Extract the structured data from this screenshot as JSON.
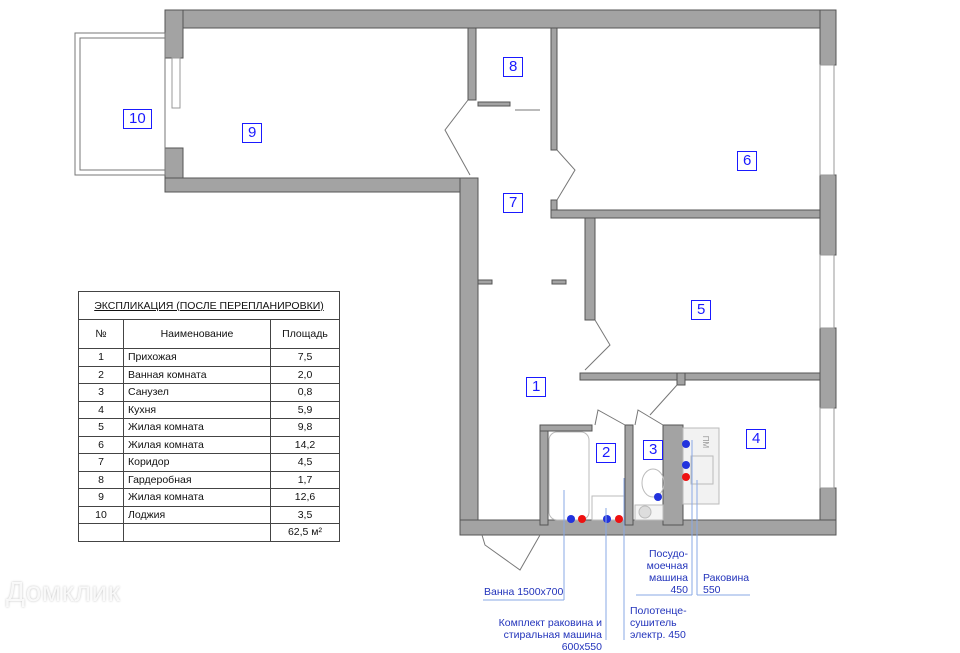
{
  "rooms": [
    {
      "num": "1"
    },
    {
      "num": "2"
    },
    {
      "num": "3"
    },
    {
      "num": "4"
    },
    {
      "num": "5"
    },
    {
      "num": "6"
    },
    {
      "num": "7"
    },
    {
      "num": "8"
    },
    {
      "num": "9"
    },
    {
      "num": "10"
    }
  ],
  "explication": {
    "title": "ЭКСПЛИКАЦИЯ (ПОСЛЕ ПЕРЕПЛАНИРОВКИ)",
    "headers": [
      "№",
      "Наименование",
      "Площадь"
    ],
    "rows": [
      [
        "1",
        "Прихожая",
        "7,5"
      ],
      [
        "2",
        "Ванная комната",
        "2,0"
      ],
      [
        "3",
        "Санузел",
        "0,8"
      ],
      [
        "4",
        "Кухня",
        "5,9"
      ],
      [
        "5",
        "Жилая комната",
        "9,8"
      ],
      [
        "6",
        "Жилая комната",
        "14,2"
      ],
      [
        "7",
        "Коридор",
        "4,5"
      ],
      [
        "8",
        "Гардеробная",
        "1,7"
      ],
      [
        "9",
        "Жилая комната",
        "12,6"
      ],
      [
        "10",
        "Лоджия",
        "3,5"
      ]
    ],
    "total": "62,5 м²"
  },
  "notes": {
    "bath": "Ванна 1500х700",
    "sink_washer_1": "Комплект раковина и",
    "sink_washer_2": "стиральная машина 600х550",
    "towel_1": "Полотенце-",
    "towel_2": "сушитель",
    "towel_3": "электр. 450",
    "dish_1": "Посудо-",
    "dish_2": "моечная",
    "dish_3": "машина",
    "dish_4": "450",
    "kitchen_sink_1": "Раковина",
    "kitchen_sink_2": "550",
    "pm": "ПМ"
  },
  "watermark": "Домклик",
  "colors": {
    "wall": "#a3a3a3",
    "label": "#1a1aff",
    "note": "#2233bb",
    "cold": "#2233dd",
    "hot": "#ee1111"
  }
}
